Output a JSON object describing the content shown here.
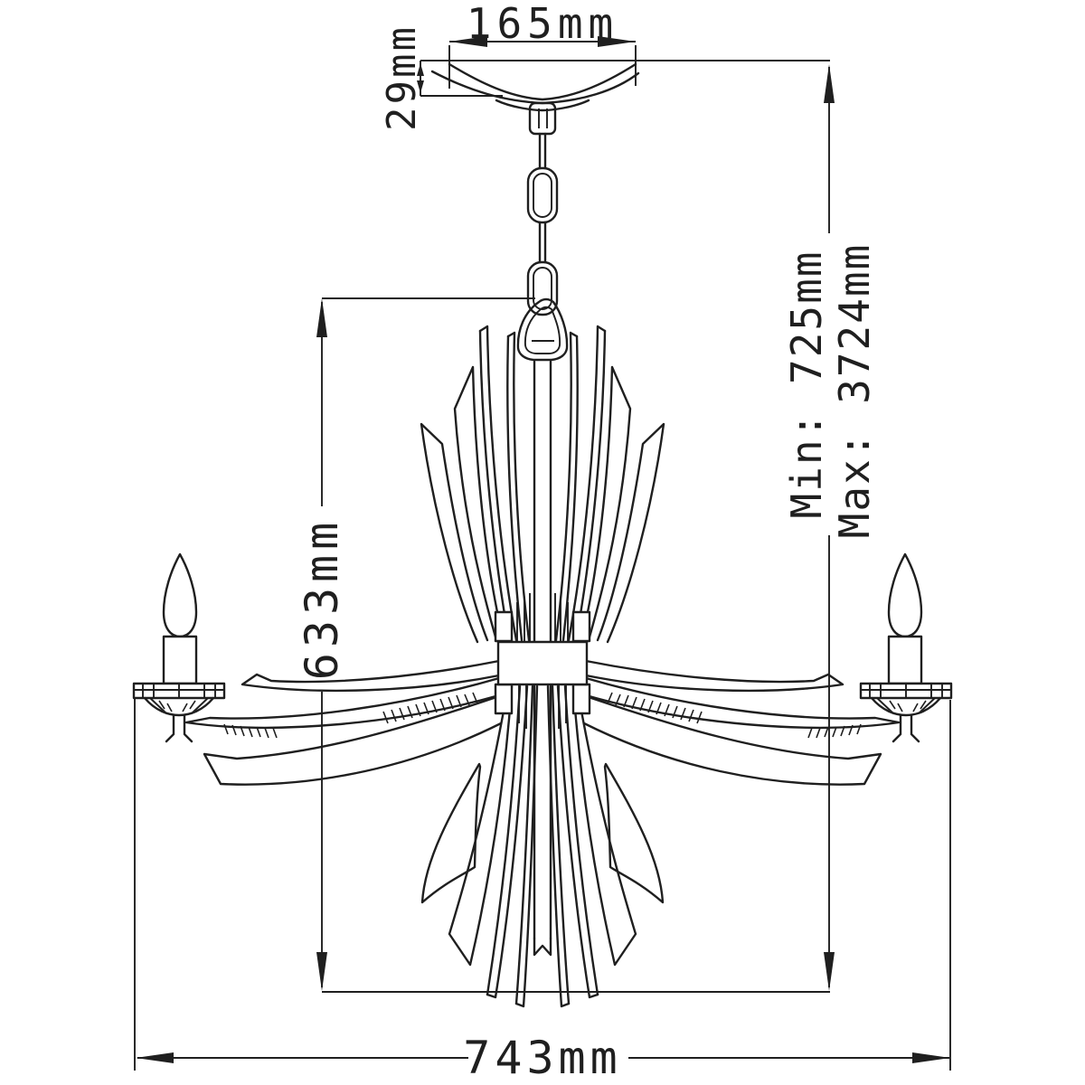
{
  "drawing": {
    "type": "technical-dimension-diagram",
    "subject": "chandelier side elevation line drawing",
    "background_color": "#ffffff",
    "line_color": "#1f1f1f",
    "labels": {
      "canopy_width": "165mm",
      "canopy_height": "29mm",
      "body_height": "633mm",
      "min_drop": "Min: 725mm",
      "max_drop": "Max: 3724mm",
      "overall_width": "743mm"
    }
  }
}
